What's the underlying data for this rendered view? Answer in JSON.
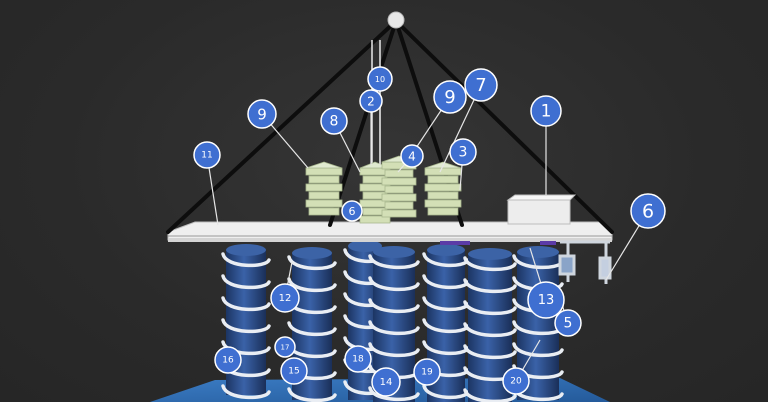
{
  "callouts": [
    {
      "id": "c1",
      "label": "1"
    },
    {
      "id": "c2",
      "label": "2"
    },
    {
      "id": "c3",
      "label": "3"
    },
    {
      "id": "c4",
      "label": "4"
    },
    {
      "id": "c5",
      "label": "5"
    },
    {
      "id": "c6a",
      "label": "6"
    },
    {
      "id": "c6b",
      "label": "6"
    },
    {
      "id": "c7",
      "label": "7"
    },
    {
      "id": "c8",
      "label": "8"
    },
    {
      "id": "c9a",
      "label": "9"
    },
    {
      "id": "c9b",
      "label": "9"
    },
    {
      "id": "c10",
      "label": "10"
    },
    {
      "id": "c11",
      "label": "11"
    },
    {
      "id": "c12",
      "label": "12"
    },
    {
      "id": "c13",
      "label": "13"
    },
    {
      "id": "c14",
      "label": "14"
    },
    {
      "id": "c15",
      "label": "15"
    },
    {
      "id": "c16",
      "label": "16"
    },
    {
      "id": "c17",
      "label": "17"
    },
    {
      "id": "c18",
      "label": "18"
    },
    {
      "id": "c19",
      "label": "19"
    },
    {
      "id": "c20",
      "label": "20"
    }
  ],
  "colors": {
    "background": "#2b2b2b",
    "callout_fill": "#3f6fd1",
    "callout_stroke": "#ffffff",
    "pillar": "#2d4f8f",
    "coil": "#e8ecf2",
    "platform": "#e6e6e6",
    "frame": "#0d0d0d",
    "building": "#cfdcb2",
    "water": "#2f6db0"
  }
}
